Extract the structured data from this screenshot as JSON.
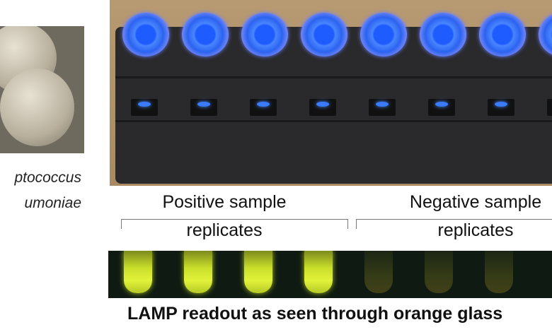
{
  "organism_caption": {
    "line1": "ptococcus",
    "line2": "umoniae"
  },
  "labels": {
    "positive": {
      "line1": "Positive sample",
      "line2": "replicates"
    },
    "negative": {
      "line1": "Negative sample",
      "line2": "replicates"
    }
  },
  "title": "LAMP readout as seen through orange glass",
  "colors": {
    "blue_fluorescence": "#3b7bff",
    "positive_yellow": "#d8ec30"
  }
}
